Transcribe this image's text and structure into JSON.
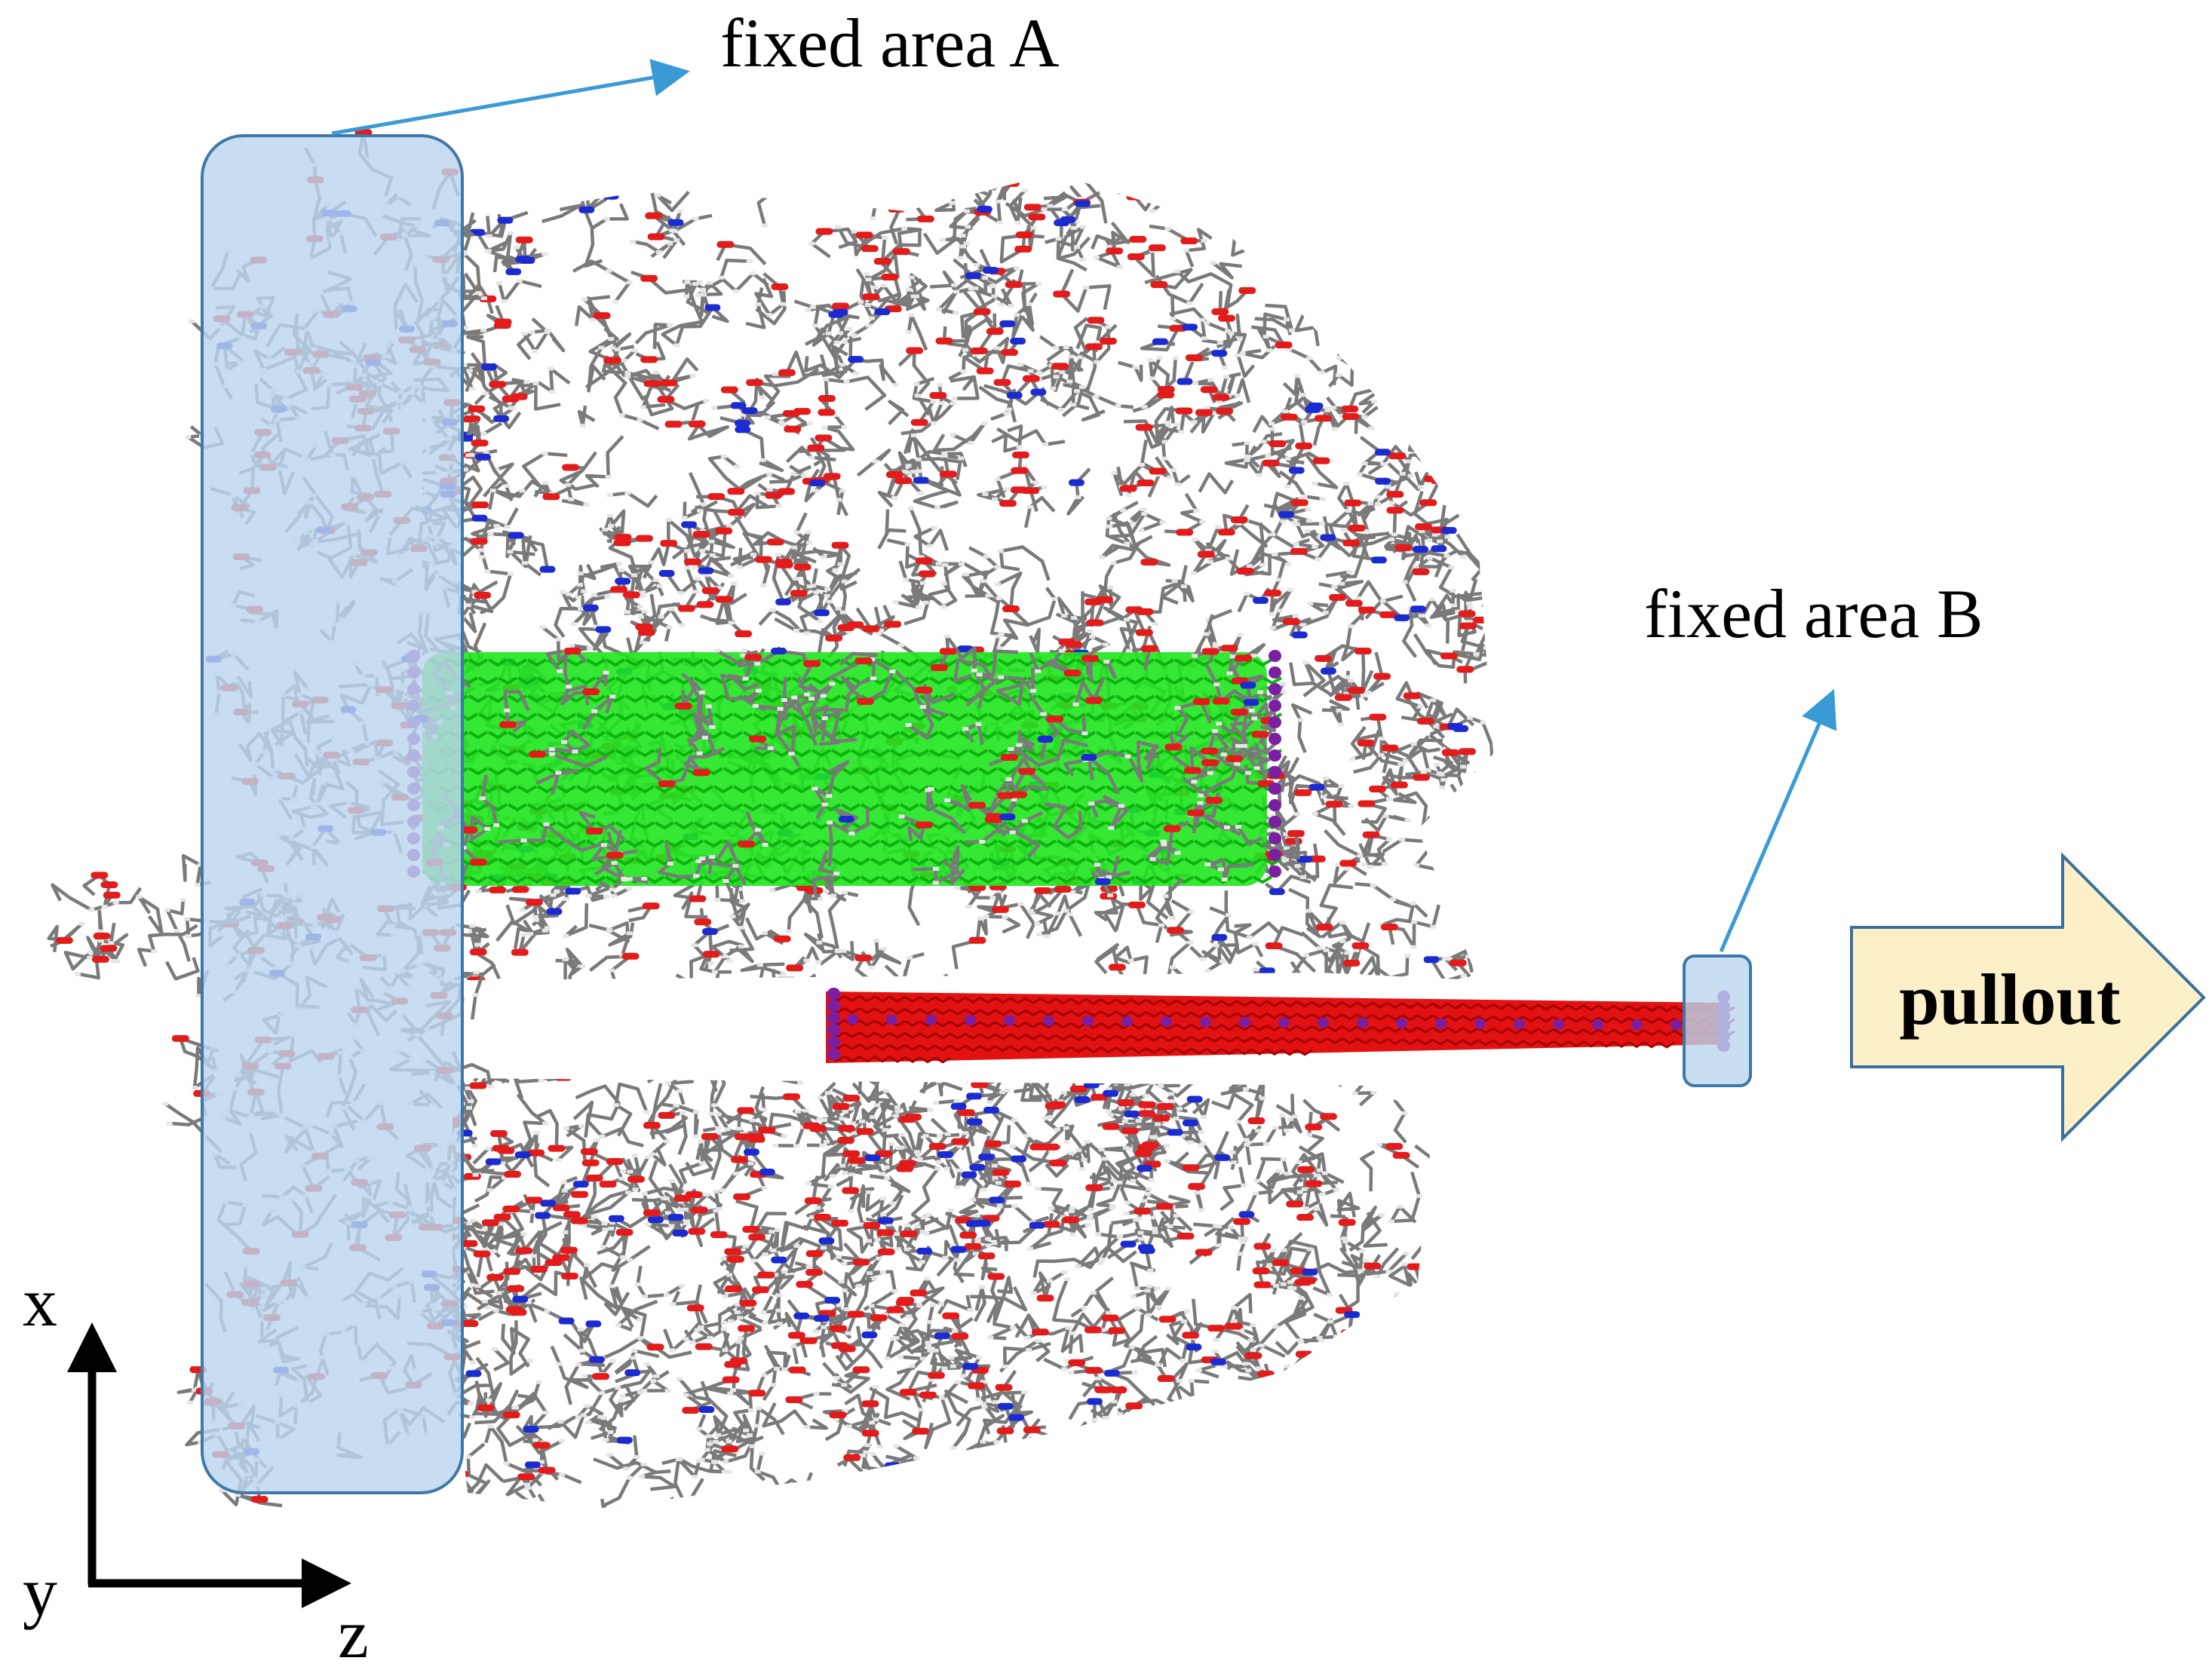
{
  "labels": {
    "fixed_area_a": "fixed area A",
    "fixed_area_b": "fixed area B",
    "pullout": "pullout"
  },
  "axes": {
    "x": "x",
    "y": "y",
    "z": "z"
  },
  "colors": {
    "fixed_region_fill": "#bcd6ee",
    "fixed_region_stroke": "#3f78a8",
    "callout_arrow": "#3a9ad6",
    "matrix_bond": "#7a7a7a",
    "hydrogen": "#e6e6e6",
    "oxygen": "#e31b1b",
    "nitrogen": "#1c2bd1",
    "outer_tube": "#1ee61e",
    "inner_tube": "#e21212",
    "end_cap_atom": "#7b1fa2",
    "pullout_arrow_fill": "#fdf0c8",
    "pullout_arrow_stroke": "#3a6f9e",
    "axis": "#000000"
  }
}
